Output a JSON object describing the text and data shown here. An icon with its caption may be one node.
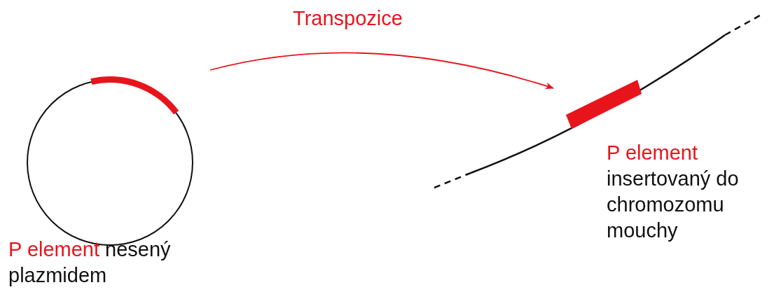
{
  "diagram": {
    "nodes": [
      {
        "text": [],
        "shape": "circle",
        "beside": [
          "P element",
          "nesený plazmidem"
        ]
      },
      {
        "text": [],
        "shape": "bar",
        "beside": [
          "P element",
          "insertovaný do chromozomu mouchy"
        ]
      }
    ],
    "edges": [
      {
        "from": 0,
        "to": 1,
        "arrow": "to",
        "label": "Transpozice",
        "color": "#e8141c"
      }
    ]
  }
}
